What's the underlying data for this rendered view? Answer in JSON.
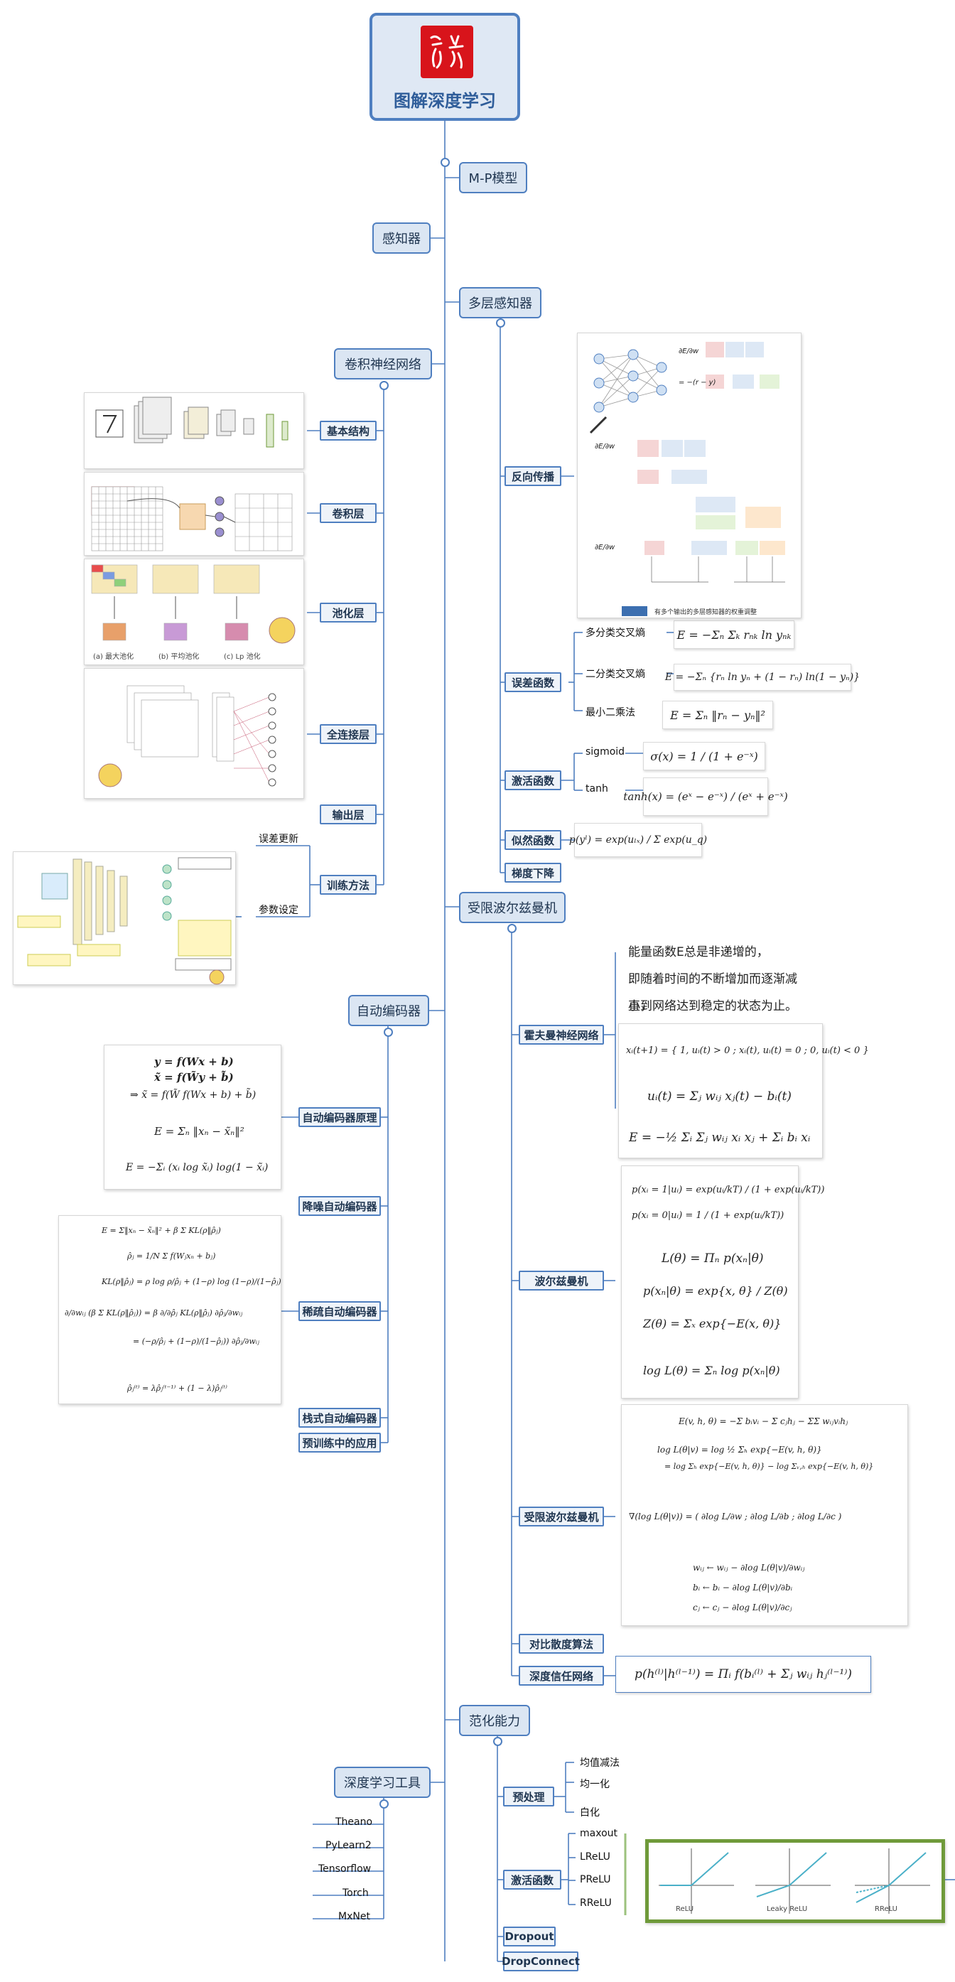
{
  "root": {
    "title": "图解深度学习",
    "seal_text": "深度学习"
  },
  "right": {
    "mp": "M-P模型",
    "mlp": "多层感知器",
    "backprop": "反向传播",
    "backprop_caption": "有多个输出的多层感知器的权重调整",
    "error_fn": "误差函数",
    "error_items": [
      "多分类交叉熵",
      "二分类交叉熵",
      "最小二乘法"
    ],
    "activation": "激活函数",
    "activation_items": [
      "sigmoid",
      "tanh"
    ],
    "likelihood": "似然函数",
    "gd": "梯度下降",
    "rbm_group": "受限波尔兹曼机",
    "hopfield": "霍夫曼神经网络",
    "hopfield_text": [
      "能量函数E总是非递增的，",
      "即随着时间的不断增加而逐渐减小，",
      "直到网络达到稳定的状态为止。"
    ],
    "boltzmann": "波尔兹曼机",
    "rbm": "受限波尔兹曼机",
    "cd": "对比散度算法",
    "dbn": "深度信任网络",
    "generalization": "范化能力",
    "preprocess": "预处理",
    "preprocess_items": [
      "均值减法",
      "均一化",
      "白化"
    ],
    "act2": "激活函数",
    "act2_items": [
      "maxout",
      "LReLU",
      "PReLU",
      "RReLU"
    ],
    "act2_plot_labels": [
      "ReLU",
      "Leaky ReLU",
      "RReLU"
    ],
    "dropout": "Dropout",
    "dropconnect": "DropConnect"
  },
  "left": {
    "perceptron": "感知器",
    "cnn": "卷积神经网络",
    "cnn_items": [
      "基本结构",
      "卷积层",
      "池化层",
      "全连接层",
      "输出层",
      "训练方法"
    ],
    "training_items": [
      "误差更新",
      "参数设定"
    ],
    "pool_labels": [
      "(a) 最大池化",
      "(b) 平均池化",
      "(c) Lp 池化"
    ],
    "autoencoder": "自动编码器",
    "ae_items": [
      "自动编码器原理",
      "降噪自动编码器",
      "稀疏自动编码器",
      "栈式自动编码器",
      "预训练中的应用"
    ],
    "tools": "深度学习工具",
    "tool_items": [
      "Theano",
      "PyLearn2",
      "Tensorflow",
      "Torch",
      "MxNet"
    ]
  },
  "formulas": {
    "multi_ce": "E = −Σₙ Σₖ rₙₖ ln yₙₖ",
    "binary_ce": "E = −Σₙ {rₙ ln yₙ + (1 − rₙ) ln(1 − yₙ)}",
    "lsq": "E = Σₙ ‖rₙ − yₙ‖²",
    "sigmoid": "σ(x) = 1 / (1 + e⁻ˣ)",
    "tanh": "tanh(x) = (eˣ − e⁻ˣ) / (eˣ + e⁻ˣ)",
    "likelihood": "p(yˡ) = exp(uₗₓ) / Σ exp(u_q)",
    "dbn": "p(h⁽ˡ⁾|h⁽ˡ⁻¹⁾) = Πᵢ f(bᵢ⁽ˡ⁾ + Σⱼ wᵢⱼ hⱼ⁽ˡ⁻¹⁾)",
    "hopfield": [
      "xᵢ(t+1) = { 1, uᵢ(t) > 0 ; xᵢ(t), uᵢ(t) = 0 ; 0, uᵢ(t) < 0 }",
      "uᵢ(t) = Σⱼ wᵢⱼ xⱼ(t) − bᵢ(t)",
      "E = −½ Σᵢ Σⱼ wᵢⱼ xᵢ xⱼ + Σᵢ bᵢ xᵢ"
    ],
    "boltzmann": [
      "p(xᵢ = 1|uᵢ) = exp(uᵢ/kT) / (1 + exp(uᵢ/kT))",
      "p(xᵢ = 0|uᵢ) = 1 / (1 + exp(uᵢ/kT))",
      "L(θ) = Πₙ p(xₙ|θ)",
      "p(xₙ|θ) = exp{x, θ} / Z(θ)",
      "Z(θ) = Σₓ exp{−E(x, θ)}",
      "log L(θ) = Σₙ log p(xₙ|θ)"
    ],
    "rbm": [
      "E(v, h, θ) = −Σ bᵢvᵢ − Σ cⱼhⱼ − ΣΣ wᵢⱼvᵢhⱼ",
      "log L(θ|v) = log ½ Σₕ exp{−E(v, h, θ)}",
      "= log Σₕ exp{−E(v, h, θ)} − log Σᵥ,ₕ exp{−E(v, h, θ)}",
      "∇(log L(θ|v)) = ( ∂log L/∂w ; ∂log L/∂b ; ∂log L/∂c )",
      "wᵢⱼ ← wᵢⱼ − ∂log L(θ|v)/∂wᵢⱼ",
      "bᵢ ← bᵢ − ∂log L(θ|v)/∂bᵢ",
      "cⱼ ← cⱼ − ∂log L(θ|v)/∂cⱼ"
    ],
    "ae": [
      "y = f(Wx + b)",
      "x̃ = f(W̃y + b̃)",
      "⇒ x̃ = f(W̃ f(Wx + b) + b̃)",
      "E = Σₙ ‖xₙ − x̃ₙ‖²",
      "E = −Σᵢ (xᵢ log x̃ᵢ) log(1 − x̃ᵢ)"
    ],
    "sparse": [
      "E = Σ‖xₙ − x̃ₙ‖² + β Σ KL(ρ‖ρ̂ⱼ)",
      "ρ̂ⱼ = 1/N Σ f(Wⱼxₙ + bⱼ)",
      "KL(ρ‖ρ̂ⱼ) = ρ log ρ/ρ̂ⱼ + (1−ρ) log (1−ρ)/(1−ρ̂ⱼ)",
      "∂/∂wᵢⱼ (β Σ KL(ρ‖ρ̂ⱼ)) = β ∂/∂ρ̂ⱼ KL(ρ‖ρ̂ⱼ) ∂ρ̂ⱼ/∂wᵢⱼ",
      "= (−ρ/ρ̂ⱼ + (1−ρ)/(1−ρ̂ⱼ)) ∂ρ̂ⱼ/∂wᵢⱼ",
      "ρ̂ⱼ⁽ᵗ⁾ = λρ̂ⱼ⁽ᵗ⁻¹⁾ + (1 − λ)ρ̂ⱼ⁽ᵗ⁾"
    ]
  },
  "colors": {
    "node_fill": "#dfe8f4",
    "node_border": "#4f7fc0",
    "line": "#4f7fc0",
    "seal": "#d8141b",
    "plot_frame": "#6f9a3a"
  }
}
